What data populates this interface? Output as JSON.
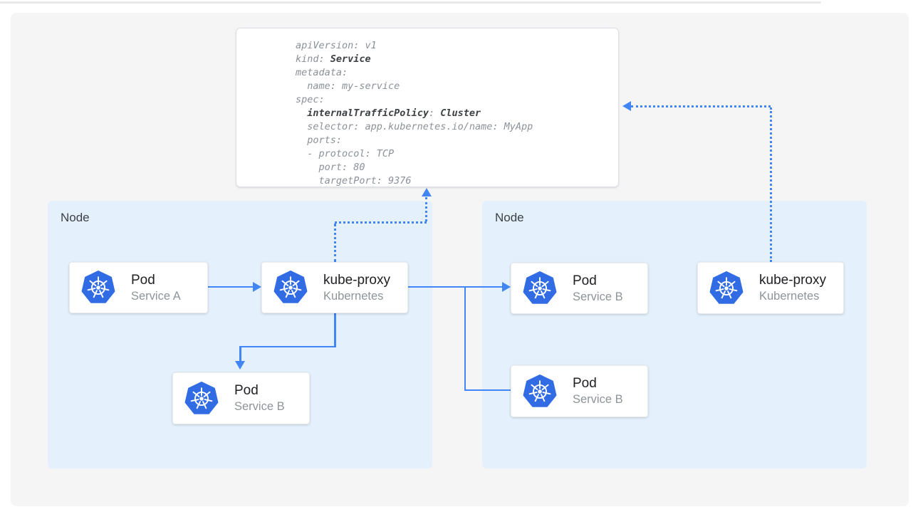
{
  "colors": {
    "accent_blue": "#4285f4",
    "kubernetes_blue": "#326ce5",
    "node_fill": "#e4f1fd",
    "panel_fill": "#f5f5f6",
    "card_title": "#202124",
    "card_subtitle": "#8e9499",
    "code_text": "#8b9198",
    "code_bold": "#3c4043"
  },
  "nodes": {
    "left": {
      "label": "Node"
    },
    "right": {
      "label": "Node"
    }
  },
  "cards": {
    "pod_a": {
      "title": "Pod",
      "subtitle": "Service A"
    },
    "kube_proxy_left": {
      "title": "kube-proxy",
      "subtitle": "Kubernetes"
    },
    "pod_b_left": {
      "title": "Pod",
      "subtitle": "Service B"
    },
    "pod_b_right_top": {
      "title": "Pod",
      "subtitle": "Service B"
    },
    "pod_b_right_bottom": {
      "title": "Pod",
      "subtitle": "Service B"
    },
    "kube_proxy_right": {
      "title": "kube-proxy",
      "subtitle": "Kubernetes"
    }
  },
  "yaml": {
    "lines": [
      [
        {
          "t": "apiVersion: v1"
        }
      ],
      [
        {
          "t": "kind: "
        },
        {
          "t": "Service",
          "b": true
        }
      ],
      [
        {
          "t": "metadata:"
        }
      ],
      [
        {
          "t": "  name: my-service"
        }
      ],
      [
        {
          "t": "spec:"
        }
      ],
      [
        {
          "t": "  "
        },
        {
          "t": "internalTrafficPolicy",
          "b": true
        },
        {
          "t": ": "
        },
        {
          "t": "Cluster",
          "b": true
        }
      ],
      [
        {
          "t": "  selector: app.kubernetes.io/name: MyApp"
        }
      ],
      [
        {
          "t": "  ports:"
        }
      ],
      [
        {
          "t": "  - protocol: TCP"
        }
      ],
      [
        {
          "t": "    port: 80"
        }
      ],
      [
        {
          "t": "    targetPort: 9376"
        }
      ]
    ]
  }
}
